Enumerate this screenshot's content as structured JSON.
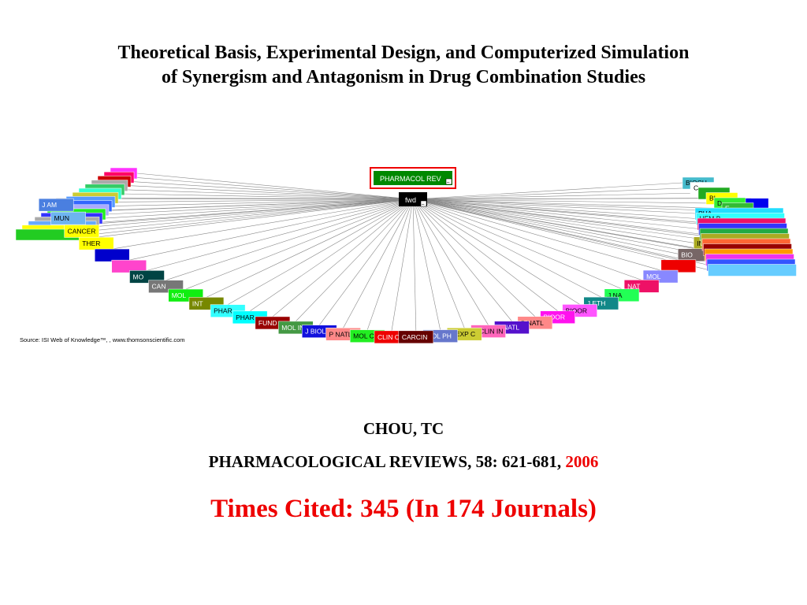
{
  "title": {
    "line1": "Theoretical Basis, Experimental Design, and Computerized Simulation",
    "line2": "of Synergism and Antagonism in Drug Combination Studies"
  },
  "map": {
    "center_label": "PHARMACOL REV",
    "fwd_label": "fwd",
    "collapse_glyph": "−",
    "source_text": "Source: ISI Web of Knowledge™, , www.thomsonscientific.com",
    "bottom_nodes": [
      {
        "label": "J AM",
        "color": "#4a7fe0"
      },
      {
        "label": "MUN",
        "color": "#6db4f0"
      },
      {
        "label": "CANCER",
        "color": "#ffff00"
      },
      {
        "label": "THER",
        "color": "#ffff00"
      },
      {
        "label": "",
        "color": "#0000cc"
      },
      {
        "label": "",
        "color": "#ff44cc"
      },
      {
        "label": "MO",
        "color": "#004444"
      },
      {
        "label": "CAN",
        "color": "#777777"
      },
      {
        "label": "MOL",
        "color": "#11ee11"
      },
      {
        "label": "INT",
        "color": "#778800"
      },
      {
        "label": "PHAR",
        "color": "#33ffff"
      },
      {
        "label": "PHAR",
        "color": "#00ffff"
      },
      {
        "label": "FUND",
        "color": "#990000"
      },
      {
        "label": "MOL IN",
        "color": "#449944"
      },
      {
        "label": "J BIOL",
        "color": "#1111dd"
      },
      {
        "label": "P NATL",
        "color": "#ff8888"
      },
      {
        "label": "MOL CA",
        "color": "#22ee22"
      },
      {
        "label": "CLIN CA",
        "color": "#ee0000"
      },
      {
        "label": "CARCIN",
        "color": "#660000"
      },
      {
        "label": "MOL PH",
        "color": "#6677cc"
      },
      {
        "label": "J EXP C",
        "color": "#cccc33"
      },
      {
        "label": "J CLIN IN",
        "color": "#ff66bb"
      },
      {
        "label": "J NATL",
        "color": "#5511cc"
      },
      {
        "label": "P NATL",
        "color": "#ff8888"
      },
      {
        "label": "BIOOR",
        "color": "#ff11ee"
      },
      {
        "label": "BIOOR",
        "color": "#ff55ff"
      },
      {
        "label": "J ETH",
        "color": "#118888"
      },
      {
        "label": "J NA",
        "color": "#22ff55"
      },
      {
        "label": "NAT",
        "color": "#ee1166"
      },
      {
        "label": "MOL",
        "color": "#8888ff"
      },
      {
        "label": "",
        "color": "#ee0000"
      },
      {
        "label": "BIO",
        "color": "#776666"
      },
      {
        "label": "IN",
        "color": "#aaaa22"
      },
      {
        "label": "",
        "color": "#6611ee"
      },
      {
        "label": "",
        "color": "#33aaff"
      },
      {
        "label": "",
        "color": "#0000ee"
      }
    ],
    "left_stack": [
      {
        "color": "#ff33ff"
      },
      {
        "color": "#ff0066"
      },
      {
        "color": "#cc0000"
      },
      {
        "color": "#aaaaaa"
      },
      {
        "color": "#33cc66"
      },
      {
        "color": "#33ffcc"
      },
      {
        "color": "#cccc33"
      },
      {
        "color": "#5599ff"
      },
      {
        "color": "#3366ff"
      },
      {
        "color": "#aaaaff"
      },
      {
        "color": "#22ee22"
      },
      {
        "color": "#3333ff"
      },
      {
        "color": "#aaaaaa"
      },
      {
        "color": "#66aaff"
      },
      {
        "color": "#ffff00"
      },
      {
        "color": "#22cc22"
      }
    ],
    "right_stack": [
      {
        "label": "BIOCH",
        "color": "#44bbcc"
      },
      {
        "label": "C",
        "color": "#ffffff"
      },
      {
        "label": "",
        "color": "#22aa22"
      },
      {
        "label": "BI",
        "color": "#ffff00"
      },
      {
        "label": "D",
        "color": "#33ee33"
      },
      {
        "label": "E",
        "color": "#33bb33"
      },
      {
        "label": "PHA",
        "color": "#22ddff"
      },
      {
        "label": "HEM B",
        "color": "#33ffff"
      },
      {
        "label": "",
        "color": "#ee1166"
      },
      {
        "label": "",
        "color": "#3333ff"
      },
      {
        "label": "",
        "color": "#22aa44"
      },
      {
        "label": "",
        "color": "#aaaa22"
      },
      {
        "label": "",
        "color": "#ff6633"
      },
      {
        "label": "",
        "color": "#990000"
      },
      {
        "label": "",
        "color": "#ff9900"
      },
      {
        "label": "",
        "color": "#ee33ee"
      },
      {
        "label": "",
        "color": "#3355ff"
      },
      {
        "label": "",
        "color": "#66ccff"
      }
    ]
  },
  "author": "CHOU, TC",
  "journal_ref": "PHARMACOLOGICAL REVIEWS, 58: 621-681,",
  "year": "2006",
  "times_cited": "Times Cited: 345 (In 174 Journals)",
  "colors": {
    "accent": "#ee0000",
    "center_node": "#008800",
    "center_border": "#ee0000"
  }
}
